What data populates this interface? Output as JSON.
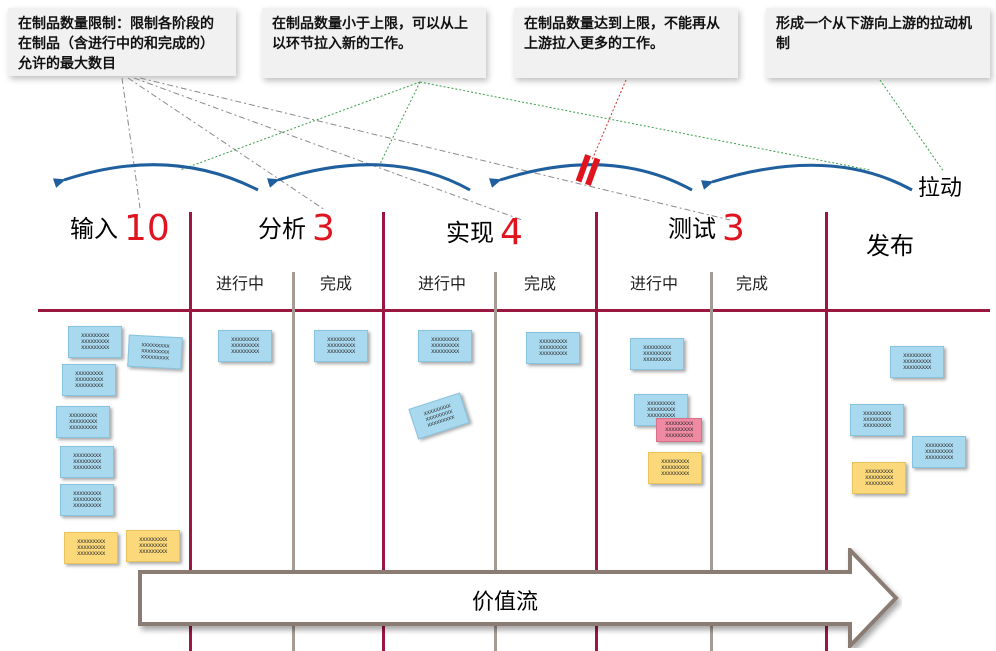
{
  "callouts": [
    {
      "text": "在制品数量限制：限制各阶段的在制品（含进行中的和完成的）允许的最大数目"
    },
    {
      "text": "在制品数量小于上限，可以从上以环节拉入新的工作。"
    },
    {
      "text": "在制品数量达到上限，不能再从上游拉入更多的工作。"
    },
    {
      "text": "形成一个从下游向上游的拉动机制"
    }
  ],
  "pull_label": "拉动",
  "stages": [
    {
      "name": "输入",
      "limit": "10"
    },
    {
      "name": "分析",
      "limit": "3"
    },
    {
      "name": "实现",
      "limit": "4"
    },
    {
      "name": "测试",
      "limit": "3"
    },
    {
      "name": "发布",
      "limit": ""
    }
  ],
  "sub_columns": {
    "in_progress": "进行中",
    "done": "完成"
  },
  "card_text": "xxxxxxxxx xxxxxxxxx xxxxxxxxx",
  "value_stream_label": "价值流",
  "colors": {
    "column_line": "#9b1740",
    "sub_line": "#a59c95",
    "limit": "#e0141e",
    "card_blue": "#a9d9ef",
    "card_yellow": "#fbd97a",
    "card_pink": "#f08aa3",
    "arrow_blue": "#1f5f9e"
  }
}
